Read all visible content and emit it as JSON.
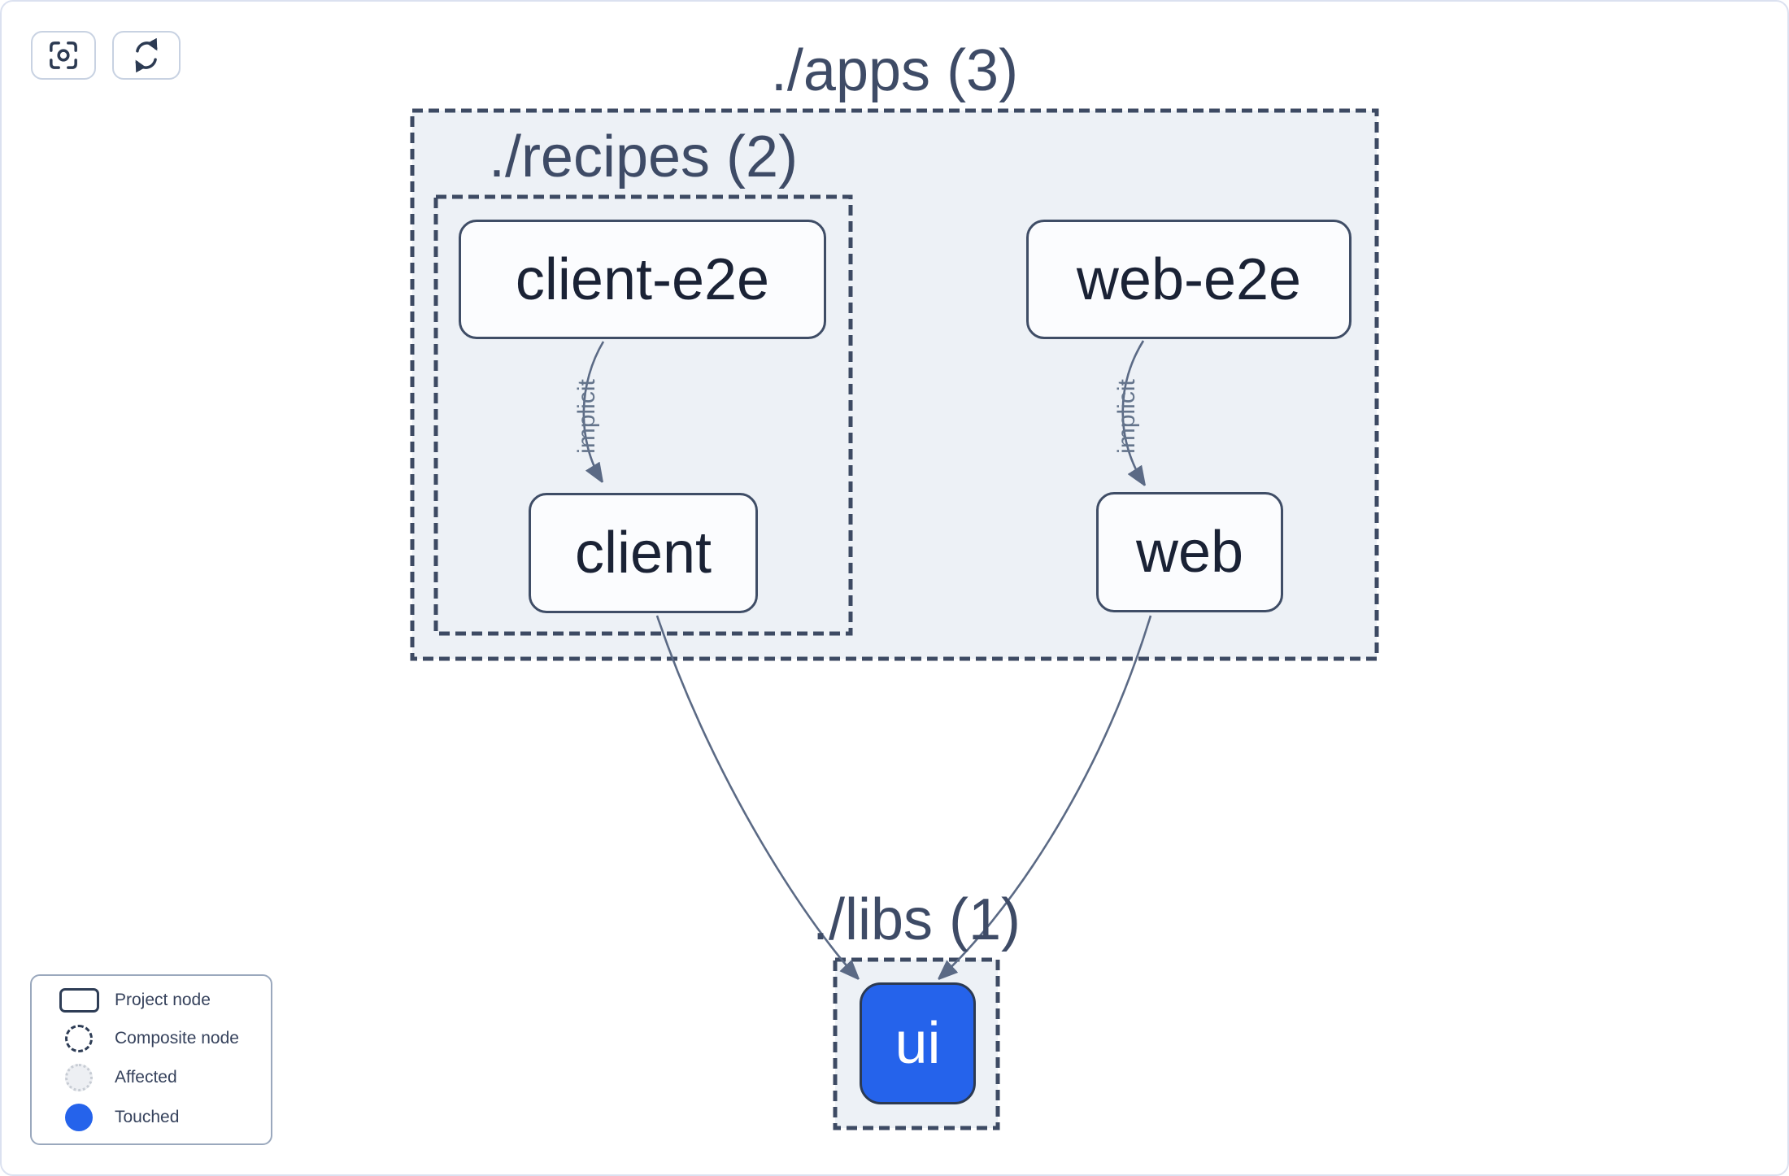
{
  "toolbar": {
    "center_button": {
      "icon": "focus-icon"
    },
    "refresh_button": {
      "icon": "refresh-icon"
    }
  },
  "graph": {
    "groups": [
      {
        "id": "apps",
        "label": "./apps (3)"
      },
      {
        "id": "recipes",
        "label": "./recipes (2)"
      },
      {
        "id": "libs",
        "label": "./libs (1)"
      }
    ],
    "nodes": [
      {
        "id": "client-e2e",
        "label": "client-e2e",
        "state": "normal"
      },
      {
        "id": "web-e2e",
        "label": "web-e2e",
        "state": "normal"
      },
      {
        "id": "client",
        "label": "client",
        "state": "normal"
      },
      {
        "id": "web",
        "label": "web",
        "state": "normal"
      },
      {
        "id": "ui",
        "label": "ui",
        "state": "touched"
      }
    ],
    "edges": [
      {
        "from": "client-e2e",
        "to": "client",
        "label": "implicit"
      },
      {
        "from": "web-e2e",
        "to": "web",
        "label": "implicit"
      },
      {
        "from": "client",
        "to": "ui",
        "label": ""
      },
      {
        "from": "web",
        "to": "ui",
        "label": ""
      }
    ]
  },
  "legend": {
    "items": [
      {
        "icon": "project-node-shape",
        "label": "Project node"
      },
      {
        "icon": "composite-node-shape",
        "label": "Composite node"
      },
      {
        "icon": "affected-shape",
        "label": "Affected"
      },
      {
        "icon": "touched-shape",
        "label": "Touched"
      }
    ]
  },
  "colors": {
    "touched_blue": "#2563eb",
    "group_fill": "#edf1f6",
    "border_slate": "#3d4a63",
    "edge_gray": "#5b6a85",
    "canvas_border": "#dbe1f0"
  }
}
